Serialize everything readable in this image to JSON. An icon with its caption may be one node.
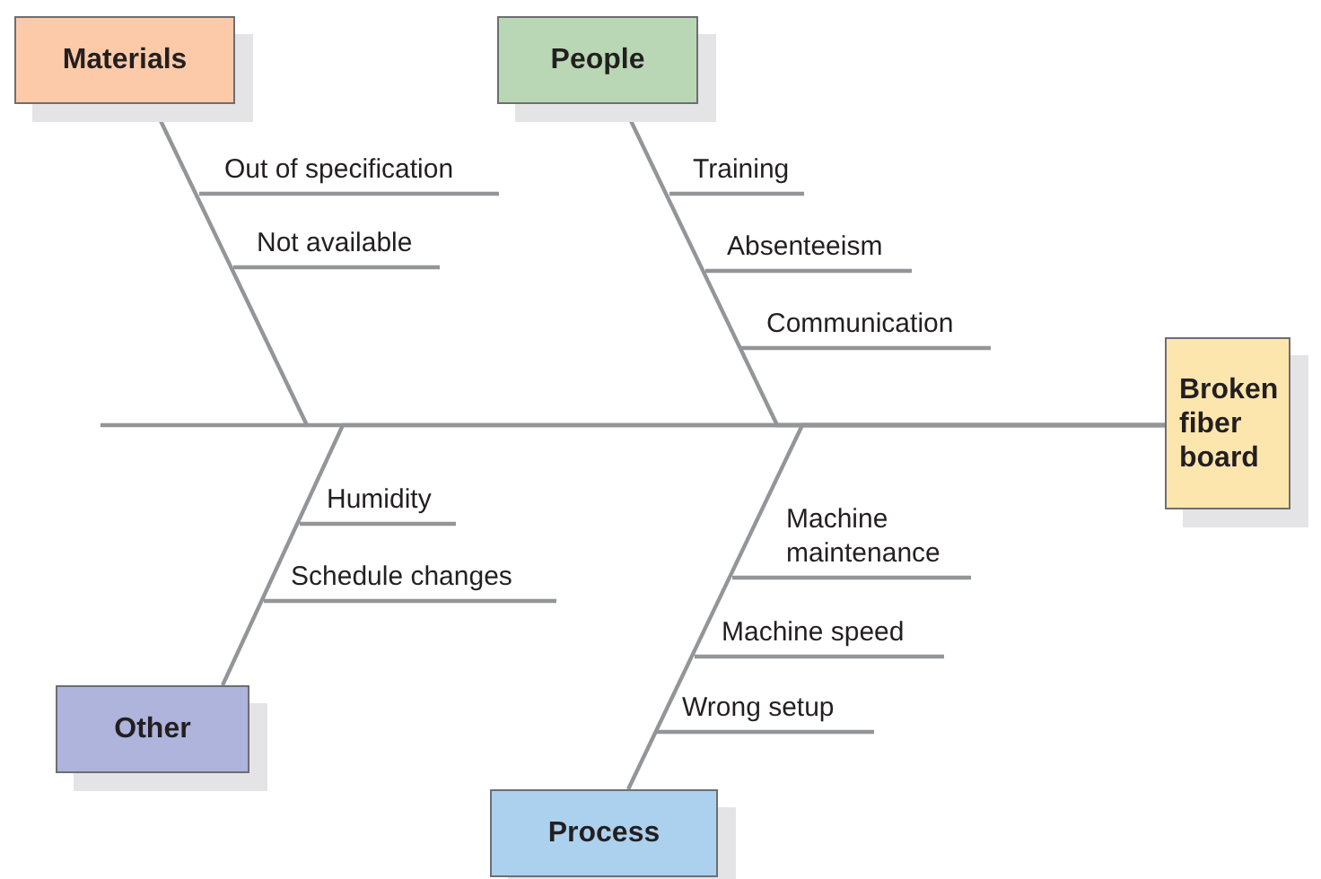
{
  "diagram": {
    "nodes": [
      {
        "text": [
          "Materials"
        ]
      },
      {
        "text": [
          "People"
        ]
      },
      {
        "text": [
          "Broken fiber board"
        ]
      },
      {
        "text": [
          "Other"
        ]
      },
      {
        "text": [
          "Process"
        ]
      }
    ],
    "edges": [
      {
        "from": 0,
        "to": 2,
        "arrow": "none"
      },
      {
        "from": 1,
        "to": 2,
        "arrow": "none"
      },
      {
        "from": 3,
        "to": 2,
        "arrow": "none"
      },
      {
        "from": 4,
        "to": 2,
        "arrow": "none"
      }
    ],
    "labels": [
      "Out of specification",
      "Not available",
      "Training",
      "Absenteeism",
      "Communication",
      "Humidity",
      "Schedule changes",
      "Machine maintenance",
      "Machine speed",
      "Wrong setup"
    ]
  }
}
